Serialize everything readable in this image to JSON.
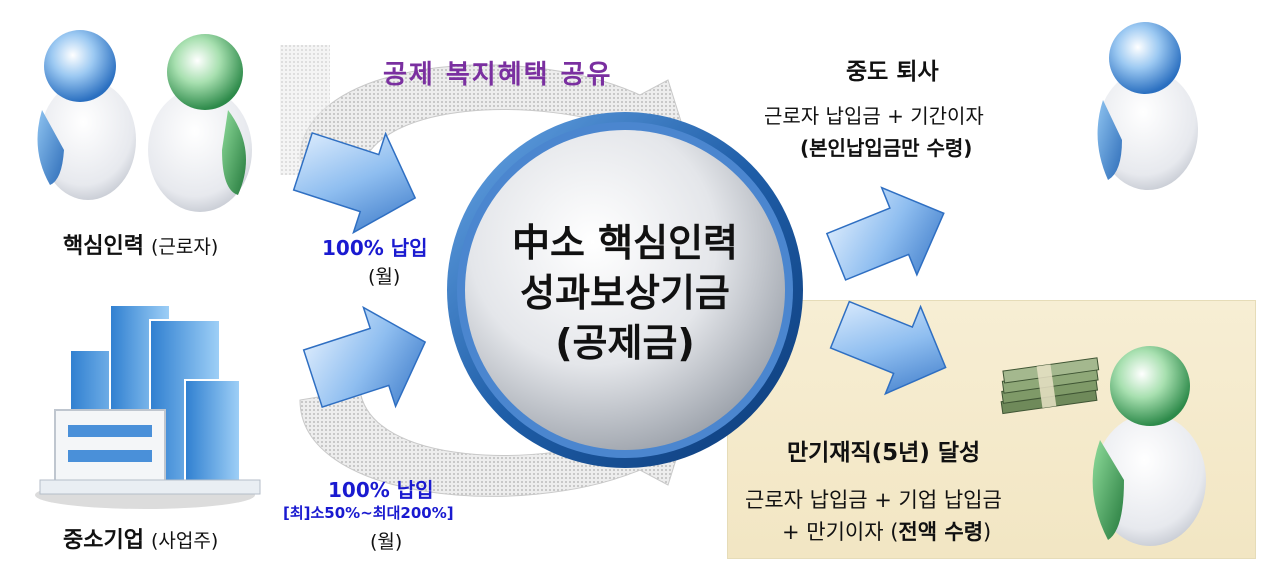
{
  "colors": {
    "purple": "#7a2fa0",
    "blue_text": "#1a1ad0",
    "panel_bg": "#f3e8c8",
    "ring": "#1f5ea8"
  },
  "top_banner": "공제 복지혜택 공유",
  "left": {
    "worker": {
      "bold": "핵심인력",
      "paren": "(근로자)"
    },
    "company": {
      "bold": "중소기업",
      "paren": "(사업주)"
    }
  },
  "middle": {
    "worker_pay": {
      "main": "100% 납입",
      "sub": "(월)"
    },
    "company_pay": {
      "main": "100% 납입",
      "range": "[최]소50%~최대200%]",
      "sub": "(월)"
    }
  },
  "center": {
    "line1": "中소 핵심인력",
    "line2": "성과보상기금",
    "line3": "(공제금)"
  },
  "right_top": {
    "title": "중도 퇴사",
    "line1": "근로자 납입금 + 기간이자",
    "line2": "(본인납입금만 수령)"
  },
  "right_bottom": {
    "title": "만기재직(5년) 달성",
    "line1": "근로자 납입금 + 기업 납입금",
    "line2_prefix": "+ 만기이자 (",
    "line2_bold": "전액 수령",
    "line2_suffix": ")"
  },
  "icons": [
    "person-icon",
    "building-icon",
    "money-stack-icon",
    "arrow-icon",
    "circle-badge-icon"
  ]
}
